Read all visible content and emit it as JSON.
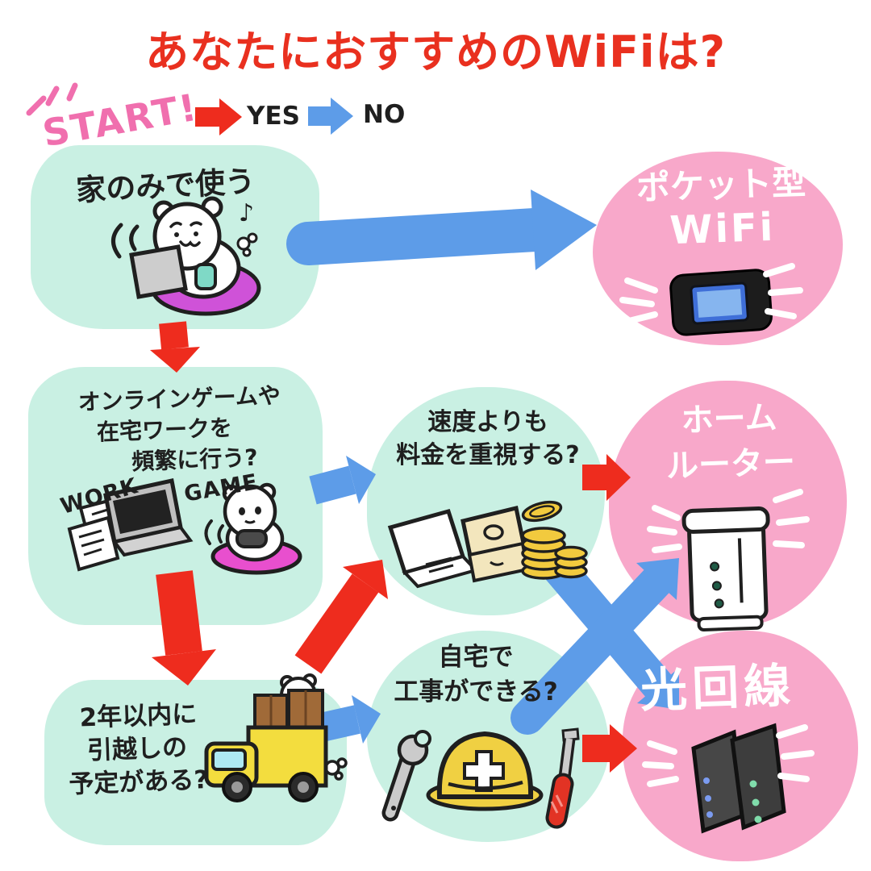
{
  "title": "あなたにおすすめのWiFiは?",
  "legend": {
    "start": "START!",
    "yes": "YES",
    "no": "NO"
  },
  "questions": {
    "q1": {
      "line1": "家のみで使う"
    },
    "q2": {
      "line1": "オンラインゲームや",
      "line2": "在宅ワークを",
      "line3": "頻繁に行う?",
      "work_label": "WORK",
      "game_label": "GAME"
    },
    "q3": {
      "line1": "2年以内に",
      "line2": "引越しの",
      "line3": "予定がある?"
    },
    "q4": {
      "line1": "速度よりも",
      "line2": "料金を重視する?"
    },
    "q5": {
      "line1": "自宅で",
      "line2": "工事ができる?"
    }
  },
  "results": {
    "pocket_wifi": {
      "line1": "ポケット型",
      "line2": "WiFi"
    },
    "home_router": {
      "line1": "ホーム",
      "line2": "ルーター"
    },
    "fiber": {
      "line1": "光回線"
    }
  },
  "decor": {
    "music_note": "♪"
  },
  "colors": {
    "title_red": "#e9301f",
    "arrow_yes_red": "#ee2c1e",
    "arrow_no_blue": "#5d9ce8",
    "box_mint": "#c9f0e3",
    "bubble_pink": "#f8a8ca",
    "start_pink": "#f06fae",
    "text_black": "#1f1f1f",
    "result_text_white": "#ffffff"
  },
  "flow": [
    {
      "from": "家のみで使う",
      "answer": "NO",
      "to": "ポケット型WiFi"
    },
    {
      "from": "家のみで使う",
      "answer": "YES",
      "to": "オンラインゲームや在宅ワークを頻繁に行う?"
    },
    {
      "from": "オンラインゲームや在宅ワークを頻繁に行う?",
      "answer": "NO",
      "to": "速度よりも料金を重視する?"
    },
    {
      "from": "オンラインゲームや在宅ワークを頻繁に行う?",
      "answer": "YES",
      "to": "2年以内に引越しの予定がある?"
    },
    {
      "from": "2年以内に引越しの予定がある?",
      "answer": "YES",
      "to": "速度よりも料金を重視する?"
    },
    {
      "from": "2年以内に引越しの予定がある?",
      "answer": "NO",
      "to": "自宅で工事ができる?"
    },
    {
      "from": "速度よりも料金を重視する?",
      "answer": "YES",
      "to": "ホームルーター"
    },
    {
      "from": "速度よりも料金を重視する?",
      "answer": "NO",
      "to": "光回線"
    },
    {
      "from": "自宅で工事ができる?",
      "answer": "YES",
      "to": "光回線"
    },
    {
      "from": "自宅で工事ができる?",
      "answer": "NO",
      "to": "ホームルーター"
    }
  ]
}
